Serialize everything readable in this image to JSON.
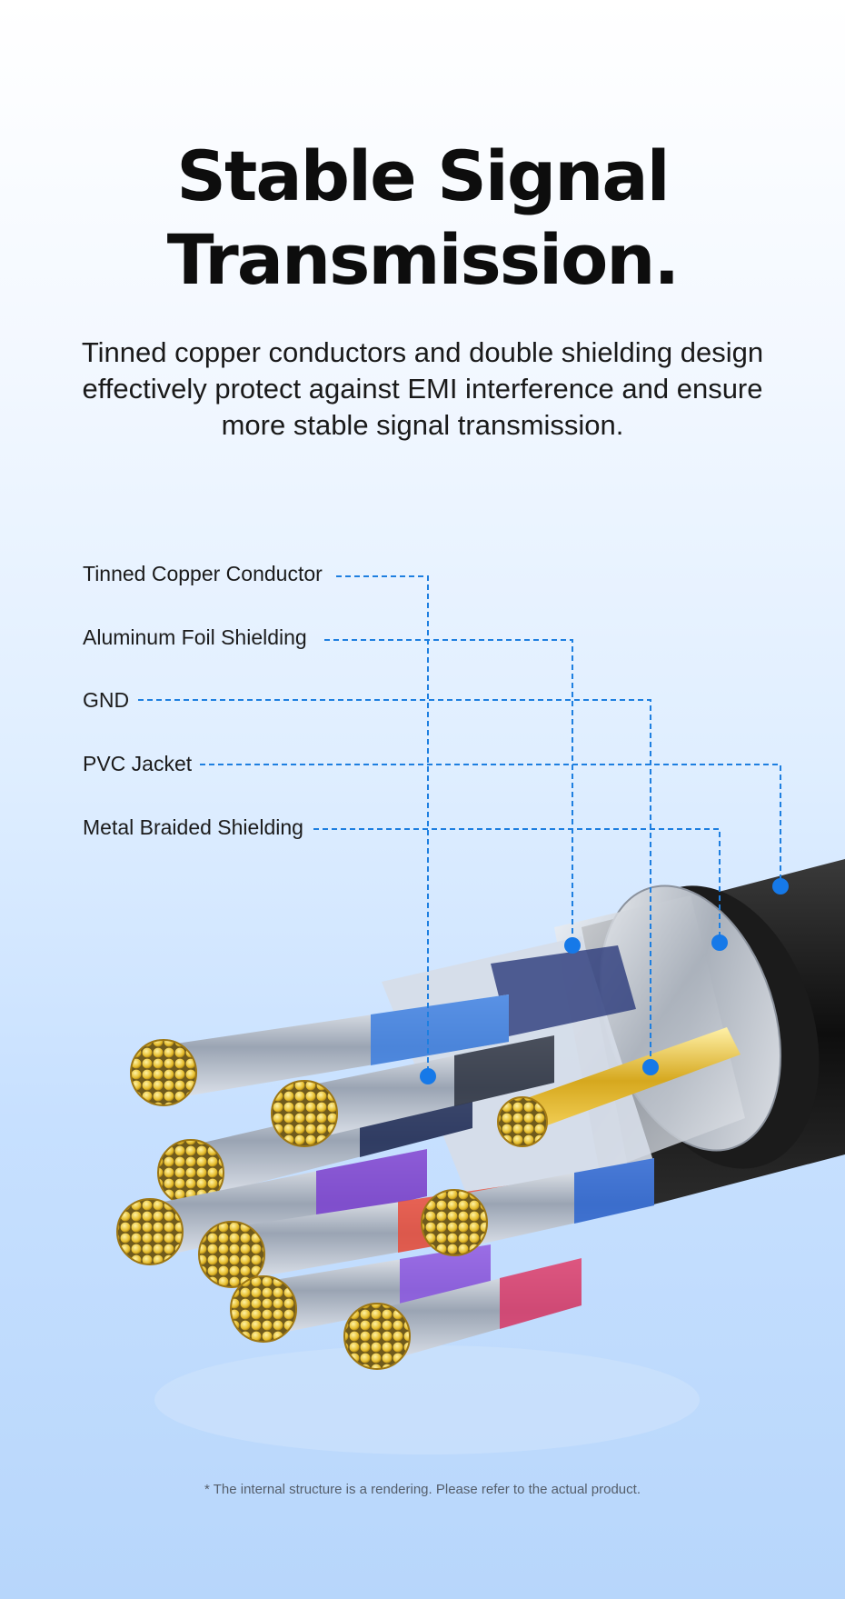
{
  "headline": {
    "line1": "Stable Signal",
    "line2": "Transmission."
  },
  "description": "Tinned copper conductors and double shielding design effectively protect against EMI interference and ensure more stable signal transmission.",
  "callouts": [
    {
      "label": "Tinned Copper Conductor"
    },
    {
      "label": "Aluminum Foil Shielding"
    },
    {
      "label": "GND"
    },
    {
      "label": "PVC Jacket"
    },
    {
      "label": "Metal Braided Shielding"
    }
  ],
  "disclaimer": "* The internal structure is a rendering. Please refer to the actual product.",
  "colors": {
    "callout_line": "#1e7fe0",
    "callout_dot": "#1679e8",
    "conductor": "#e8c236",
    "jacket": "#1a1a1a"
  }
}
